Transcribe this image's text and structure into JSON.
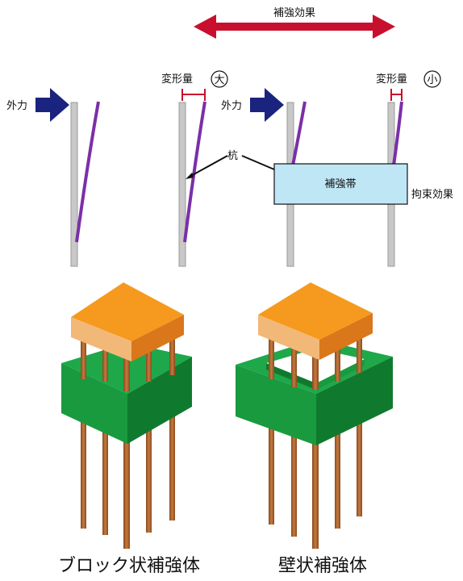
{
  "labels": {
    "reinforcement_effect": "補強効果",
    "external_force_left": "外力",
    "external_force_right": "外力",
    "deformation_left": "変形量",
    "deformation_right": "変形量",
    "large_mark": "大",
    "small_mark": "小",
    "pile": "杭",
    "reinforcement_band": "補強帯",
    "restraint_effect": "拘束効果",
    "caption_block": "ブロック状補強体",
    "caption_wall": "壁状補強体"
  },
  "colors": {
    "arrow_red": "#c8102e",
    "force_arrow": "#1a237e",
    "pile_gray": "#c8c8c8",
    "deflection_purple": "#7b2fa8",
    "band_fill": "#bfe6f5",
    "cap_top": "#f59a1e",
    "cap_side_light": "#f2b877",
    "cap_side_dark": "#d9771a",
    "green_top": "#1ea84a",
    "green_front": "#199a3f",
    "green_side": "#0f7a2e",
    "rod": "#b0652e"
  }
}
